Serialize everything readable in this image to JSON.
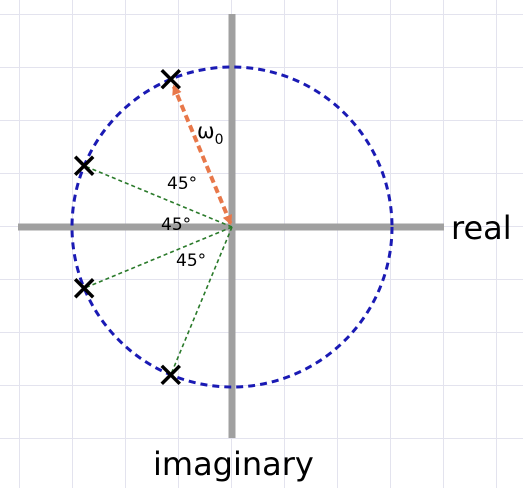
{
  "axes": {
    "real_label": "real",
    "imaginary_label": "imaginary"
  },
  "radius_label": {
    "symbol": "ω",
    "subscript": "0"
  },
  "angle_labels": [
    "45°",
    "45°",
    "45°"
  ],
  "poles_angles_deg": [
    112.5,
    157.5,
    202.5,
    247.5
  ],
  "colors": {
    "circle": "#1a1ab4",
    "axis": "#a0a0a0",
    "radius_arrow": "#e8784a",
    "spoke": "#2a7a2a",
    "pole_marker": "#000000"
  },
  "icons": {
    "pole": "x-mark"
  }
}
